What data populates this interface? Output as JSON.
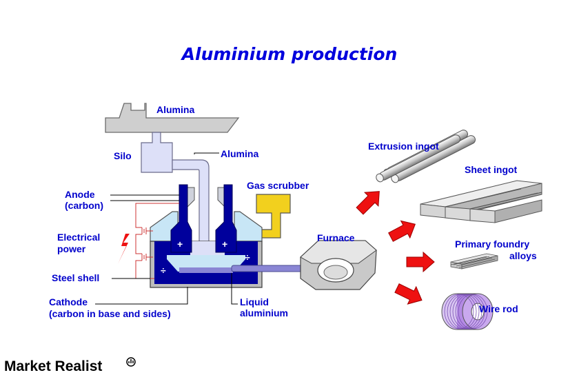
{
  "title": "Aluminium production",
  "labels": {
    "alumina_top": "Alumina",
    "silo": "Silo",
    "alumina_feed": "Alumina",
    "gas_scrubber": "Gas scrubber",
    "anode_line1": "Anode",
    "anode_line2": "(carbon)",
    "electrical_line1": "Electrical",
    "electrical_line2": "power",
    "steel_shell": "Steel shell",
    "cathode_line1": "Cathode",
    "cathode_line2": "(carbon in base and sides)",
    "liquid_line1": "Liquid",
    "liquid_line2": "aluminium",
    "furnace": "Furnace",
    "extrusion_ingot": "Extrusion ingot",
    "sheet_ingot": "Sheet ingot",
    "foundry_line1": "Primary foundry",
    "foundry_line2": "alloys",
    "wire_rod": "Wire rod"
  },
  "footer_brand": "Market Realist",
  "colors": {
    "title_blue": "#0000dd",
    "cell_blue": "#00009c",
    "electrolyte": "#c8e6f6",
    "scrubber": "#f2d01e",
    "arrow_red": "#ee1111",
    "coil_purple": "#b48be4"
  }
}
